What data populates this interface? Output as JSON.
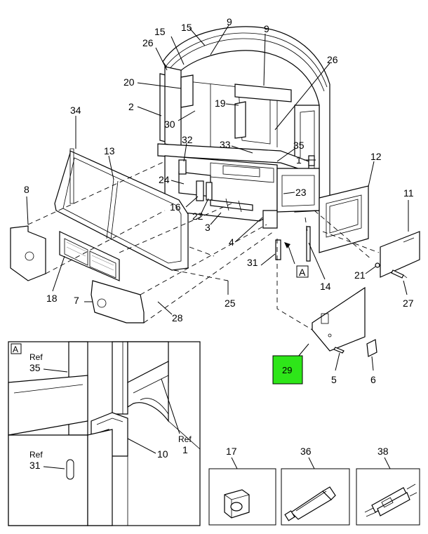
{
  "main_view": {
    "callouts": [
      "26",
      "15",
      "15",
      "9",
      "9",
      "26",
      "20",
      "2",
      "19",
      "30",
      "34",
      "33",
      "35",
      "1",
      "32",
      "12",
      "13",
      "8",
      "24",
      "23",
      "11",
      "16",
      "22",
      "3",
      "4",
      "31",
      "14",
      "21",
      "27",
      "25",
      "7",
      "28",
      "18",
      "5",
      "6"
    ],
    "view_flag": "A"
  },
  "highlight": {
    "label": "29",
    "color": "#2ee619"
  },
  "detail_view": {
    "flag": "A",
    "ref_35": {
      "ref": "Ref",
      "num": "35"
    },
    "ref_31": {
      "ref": "Ref",
      "num": "31"
    },
    "ref_1": {
      "ref": "Ref",
      "num": "1"
    },
    "callout_10": "10"
  },
  "boxes": [
    {
      "callout": "17",
      "icon": "grommet-icon"
    },
    {
      "callout": "36",
      "icon": "sealant-tube-icon"
    },
    {
      "callout": "38",
      "icon": "adhesive-syringe-icon"
    }
  ]
}
